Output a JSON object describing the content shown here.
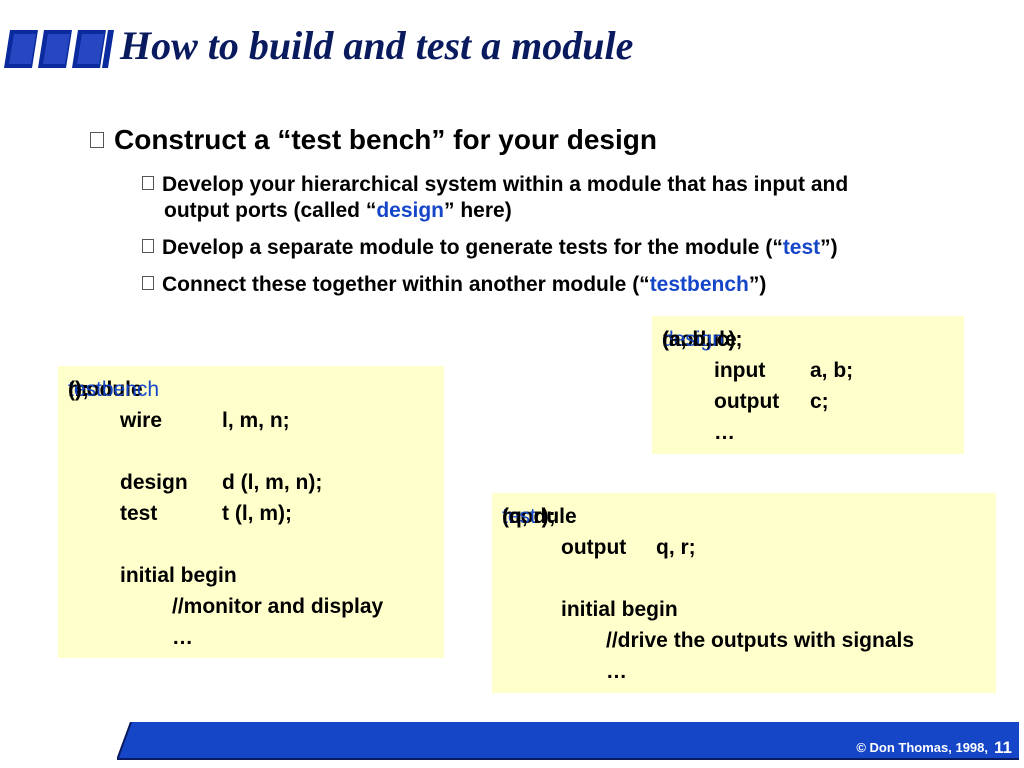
{
  "slide": {
    "title": "How to build and test a module",
    "bullet": "Construct a “test bench” for your design",
    "sub_bullets": [
      {
        "pre": "Develop your hierarchical system within a module that has input and",
        "line2_pre": "output ports (called “",
        "highlight": "design",
        "post": "” here)"
      },
      {
        "pre": "Develop a separate module to generate tests for the module (“",
        "highlight": "test",
        "post": "”)"
      },
      {
        "pre": "Connect these together within another module (“",
        "highlight": "testbench",
        "post": "”)"
      }
    ]
  },
  "code_testbench": {
    "l1_kw": "module",
    "l1_name": "testbench",
    "l1_rest": "();",
    "l2_a": "wire",
    "l2_b": "l, m, n;",
    "l4_a": "design",
    "l4_b": "d (l, m, n);",
    "l5_a": "test",
    "l5_b": "t (l, m);",
    "l7": "initial begin",
    "l8": "//monitor and display",
    "l9": "…"
  },
  "code_design": {
    "l1_kw": "module",
    "l1_name": "design",
    "l1_rest": "(a, b, c);",
    "l2_a": "input",
    "l2_b": "a, b;",
    "l3_a": "output",
    "l3_b": "c;",
    "l4": "…"
  },
  "code_test": {
    "l1_kw": "module",
    "l1_name": "test",
    "l1_rest": "(q, r);",
    "l2_a": "output",
    "l2_b": "q, r;",
    "l4": "initial begin",
    "l5": "//drive the outputs with signals",
    "l6": "…"
  },
  "footer": {
    "copyright": "© Don Thomas, 1998,",
    "page": "11"
  },
  "colors": {
    "title": "#0a1a5e",
    "highlight": "#1646c8",
    "code_bg": "#ffffcc",
    "footer_bar": "#1646c8"
  }
}
